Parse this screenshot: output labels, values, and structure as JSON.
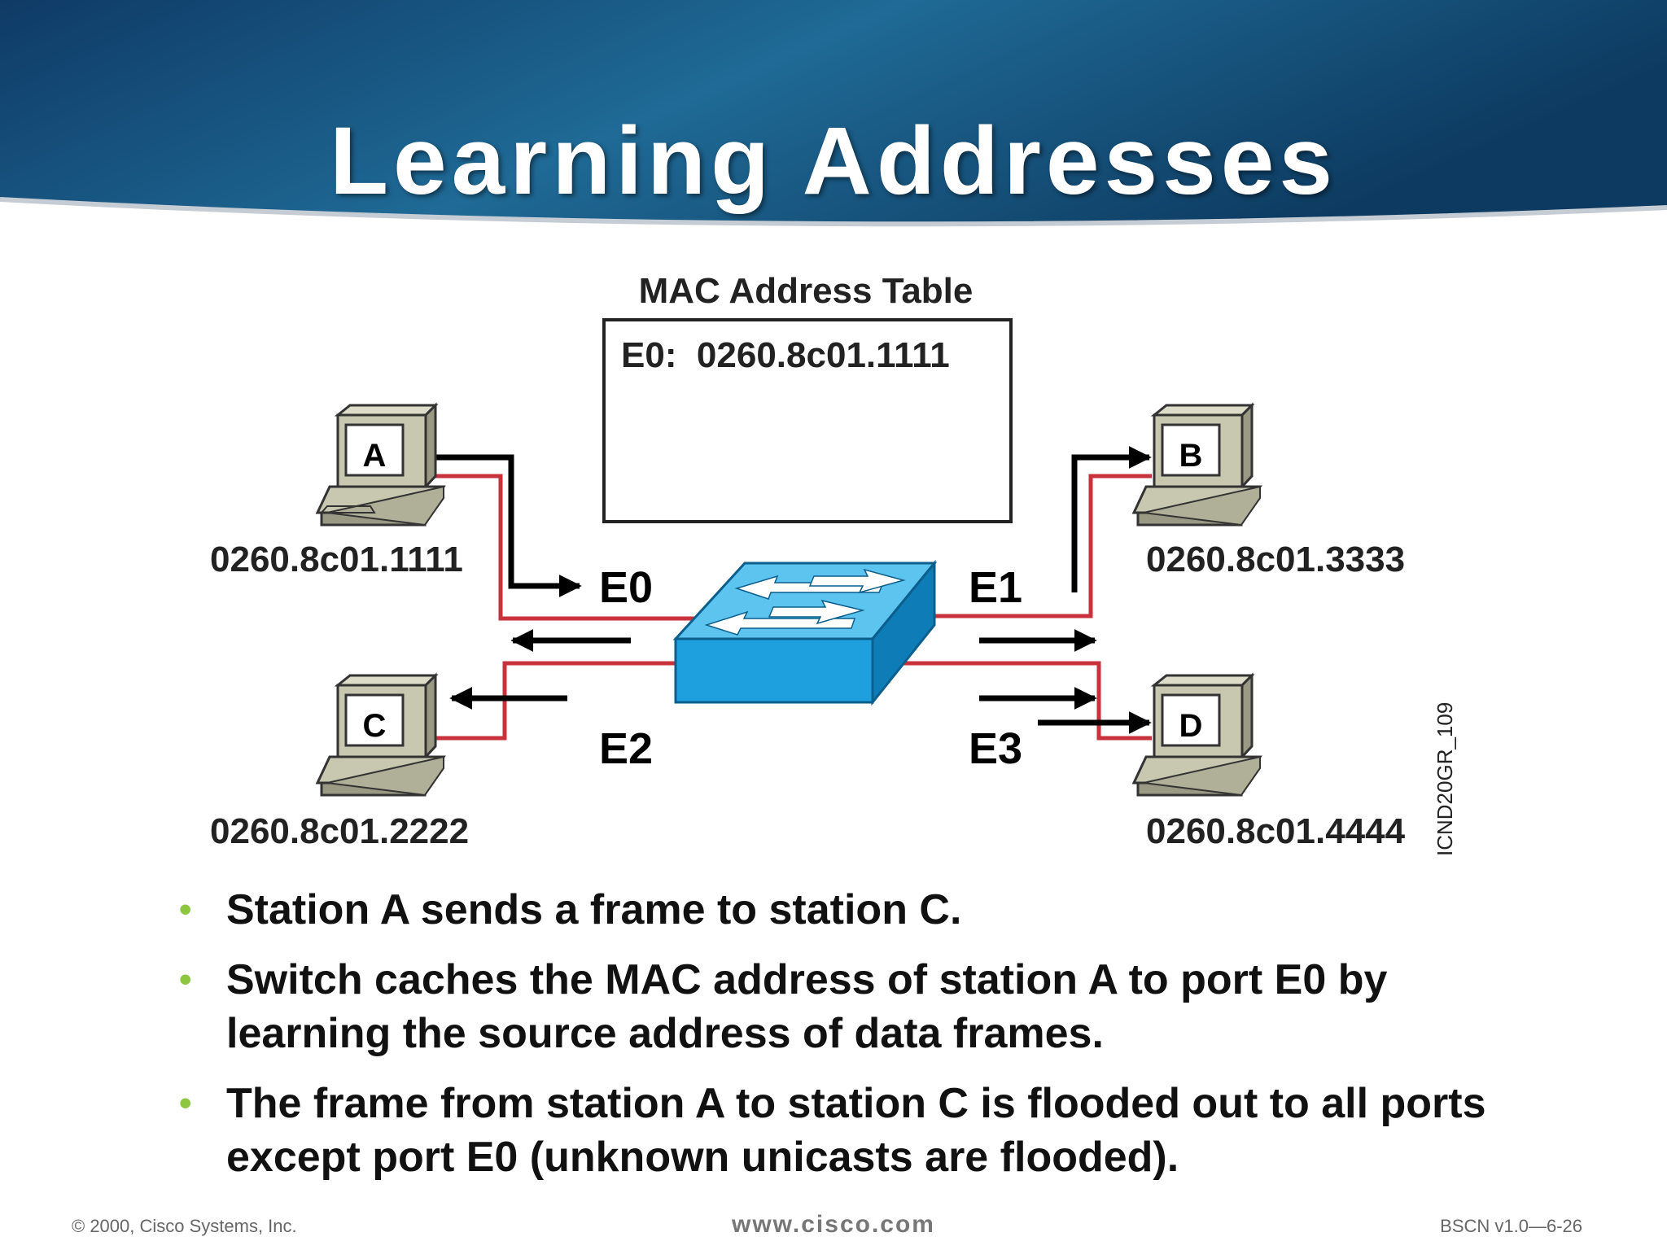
{
  "title": "Learning Addresses",
  "mac_table": {
    "heading": "MAC Address Table",
    "entries": [
      "E0:  0260.8c01.1111"
    ]
  },
  "stations": {
    "a": {
      "label": "A",
      "mac": "0260.8c01.1111"
    },
    "b": {
      "label": "B",
      "mac": "0260.8c01.3333"
    },
    "c": {
      "label": "C",
      "mac": "0260.8c01.2222"
    },
    "d": {
      "label": "D",
      "mac": "0260.8c01.4444"
    }
  },
  "ports": {
    "e0": "E0",
    "e1": "E1",
    "e2": "E2",
    "e3": "E3"
  },
  "figure_id": "ICND20GR_109",
  "bullets": [
    "Station A sends a frame to station C.",
    "Switch caches the MAC address of station A to port E0 by learning the source address of data frames.",
    "The frame from station A to station C is flooded out to all ports except port E0 (unknown unicasts are flooded)."
  ],
  "footer": {
    "copyright": "© 2000, Cisco Systems, Inc.",
    "url": "www.cisco.com",
    "slide_ref": "BSCN v1.0—6-26"
  },
  "colors": {
    "header_blue": "#1c5a8a",
    "switch_blue": "#1ea0de",
    "link_red": "#c8323c",
    "bullet_green": "#8dc63f"
  }
}
